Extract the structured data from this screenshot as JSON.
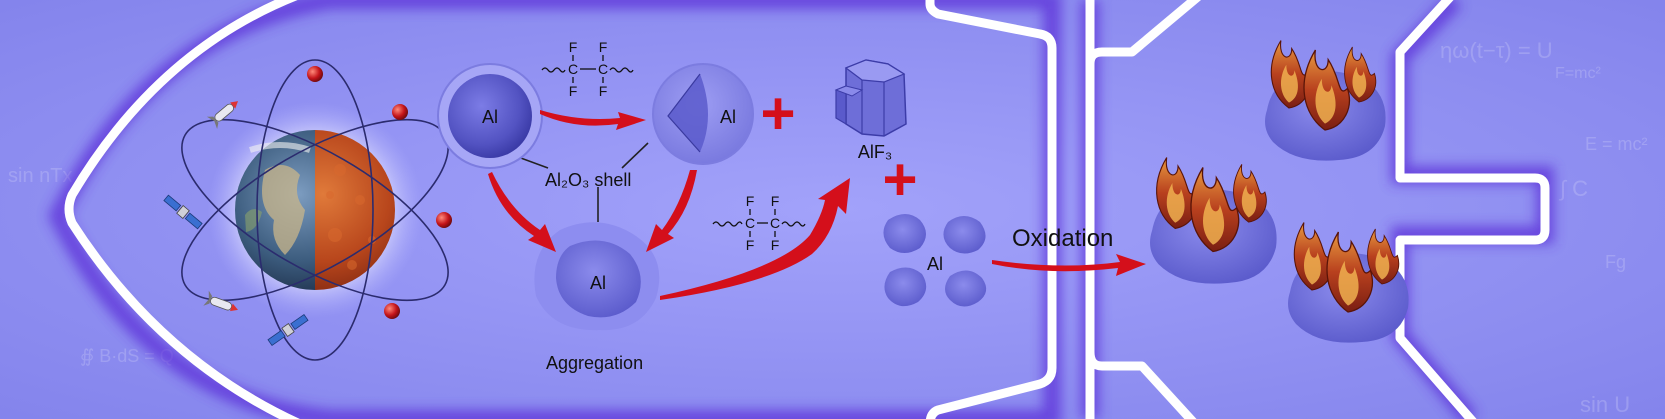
{
  "labels": {
    "al_sphere": "Al",
    "al_cut_sphere": "Al",
    "shell": "Al₂O₃ shell",
    "al_aggregate": "Al",
    "aggregation": "Aggregation",
    "alf3": "AlF₃",
    "al_particles": "Al",
    "oxidation": "Oxidation"
  },
  "molecule": {
    "top": "F",
    "carbon": "C",
    "bottom": "F"
  },
  "operators": {
    "plus": "+"
  },
  "background_formulas": [
    "sin nTx",
    "∯ B·dS = Q",
    "ηω(t−τ) = U",
    "F=mc²",
    "E = mc²",
    "∫ C",
    "Fg",
    "sin U"
  ],
  "colors": {
    "background": "#8f8ff2",
    "panel": "#9a9af6",
    "outline": "#ffffff",
    "glow": "#6a3ee6",
    "particle": "#7a7ae0",
    "particle_dark": "#4d4db8",
    "arrow": "#d40f1b",
    "plus": "#d40f1b",
    "flame_outer": "#a3331b",
    "flame_inner": "#e6a042",
    "text": "#111111"
  },
  "icons": [
    "earth-sun-icon",
    "satellite-icon",
    "rocket-icon",
    "electron-icon",
    "flame-icon"
  ]
}
